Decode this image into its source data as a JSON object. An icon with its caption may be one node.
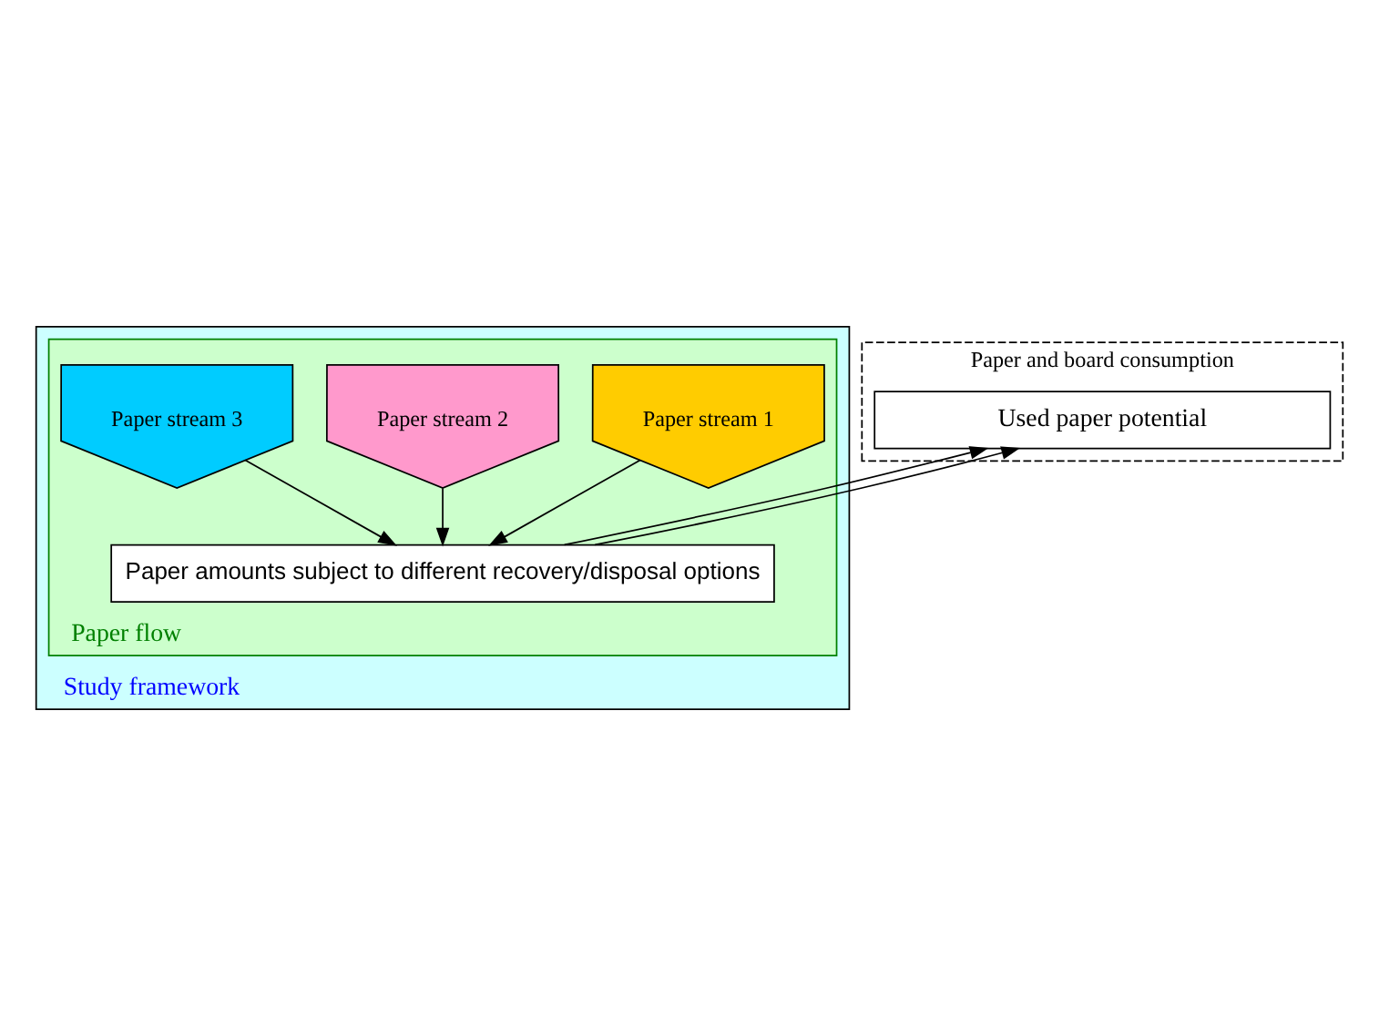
{
  "diagram": {
    "nodes": [
      {
        "text": [
          "Study framework"
        ]
      },
      {
        "text": [
          "Paper and board consumption"
        ]
      },
      {
        "text": [
          "Paper flow"
        ],
        "in": 0
      },
      {
        "text": [
          "Used paper potential"
        ],
        "in": 1
      },
      {
        "text": [
          "Paper stream 1"
        ],
        "in": 2
      },
      {
        "text": [
          "Paper stream 2"
        ],
        "in": 2
      },
      {
        "text": [
          "Paper stream 3"
        ],
        "in": 2
      },
      {
        "text": [
          "Paper amounts subject to different recovery/disposal options"
        ],
        "in": 2
      }
    ],
    "edges": [
      {
        "from": 4,
        "to": 7,
        "arrow": "to"
      },
      {
        "from": 5,
        "to": 7,
        "arrow": "to"
      },
      {
        "from": 6,
        "to": 7,
        "arrow": "to"
      },
      {
        "from": 7,
        "to": 3,
        "arrow": "to"
      },
      {
        "from": 7,
        "to": 3,
        "arrow": "to"
      }
    ]
  }
}
